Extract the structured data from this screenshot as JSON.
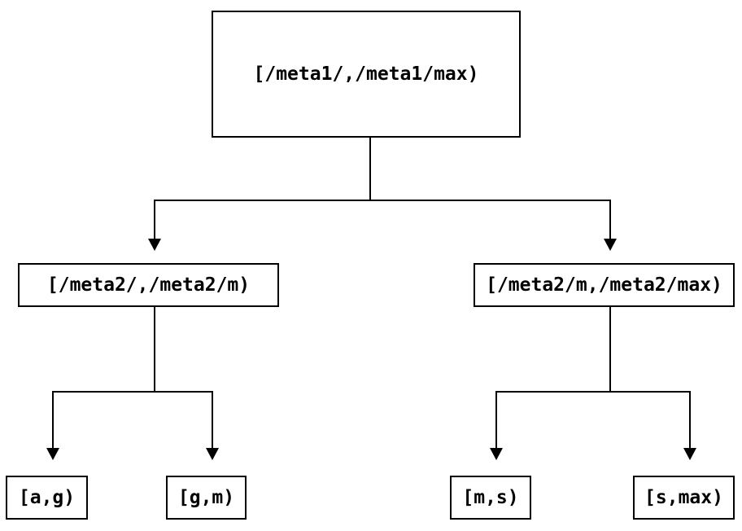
{
  "diagram": {
    "type": "tree",
    "background_color": "#ffffff",
    "line_color": "#000000",
    "text_color": "#000000",
    "nodes": {
      "root": {
        "label": "[/meta1/,/meta1/max)"
      },
      "l2_left": {
        "label": "[/meta2/,/meta2/m)"
      },
      "l2_right": {
        "label": "[/meta2/m,/meta2/max)"
      },
      "l3_ag": {
        "label": "[a,g)"
      },
      "l3_gm": {
        "label": "[g,m)"
      },
      "l3_ms": {
        "label": "[m,s)"
      },
      "l3_smax": {
        "label": "[s,max)"
      }
    },
    "edges": [
      {
        "from": "root",
        "to": "l2_left"
      },
      {
        "from": "root",
        "to": "l2_right"
      },
      {
        "from": "l2_left",
        "to": "l3_ag"
      },
      {
        "from": "l2_left",
        "to": "l3_gm"
      },
      {
        "from": "l2_right",
        "to": "l3_ms"
      },
      {
        "from": "l2_right",
        "to": "l3_smax"
      }
    ]
  }
}
